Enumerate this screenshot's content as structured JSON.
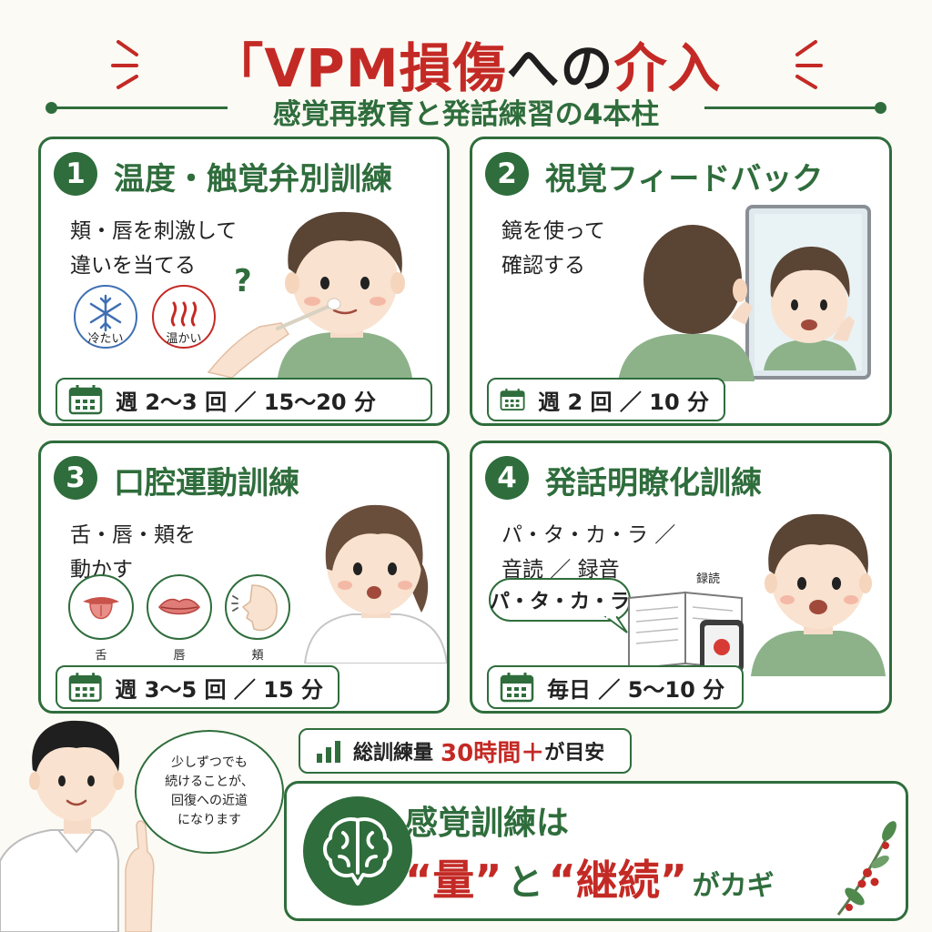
{
  "header": {
    "title_red": "「VPM損傷",
    "title_dark": "への",
    "title_red2": "介入",
    "subtitle": "感覚再教育と発話練習の4本柱"
  },
  "cards": [
    {
      "number": "1",
      "title": "温度・触覚弁別訓練",
      "desc_lines": [
        "頬・唇を刺激して",
        "違いを当てる"
      ],
      "icons": [
        {
          "name": "snowflake-icon",
          "label": "冷たい",
          "color": "#3f6fb3"
        },
        {
          "name": "heat-icon",
          "label": "温かい",
          "color": "#c42a25"
        }
      ],
      "question_mark": "?",
      "schedule": "週 2～3 回 ／ 15～20 分"
    },
    {
      "number": "2",
      "title": "視覚フィードバック",
      "desc_lines": [
        "鏡を使って",
        "確認する"
      ],
      "schedule": "週 2 回 ／ 10 分"
    },
    {
      "number": "3",
      "title": "口腔運動訓練",
      "desc_lines": [
        "舌・唇・頬を",
        "動かす"
      ],
      "icons": [
        {
          "name": "tongue-icon",
          "label": "舌"
        },
        {
          "name": "lips-icon",
          "label": "唇"
        },
        {
          "name": "cheek-icon",
          "label": "頬"
        }
      ],
      "schedule": "週 3～5 回 ／ 15 分"
    },
    {
      "number": "4",
      "title": "発話明瞭化訓練",
      "desc_lines": [
        "パ・タ・カ・ラ ／",
        "音読 ／ 録音"
      ],
      "bubble": "パ・タ・カ・ラ",
      "record_label": "録読",
      "schedule": "毎日 ／ 5～10 分"
    }
  ],
  "total": {
    "prefix": "総訓練量",
    "highlight": "30時間＋",
    "suffix": "が目安"
  },
  "speech": {
    "lines": [
      "少しずつでも",
      "続けることが、",
      "回復への近道",
      "になります"
    ]
  },
  "key": {
    "line1": "感覚訓練は",
    "word1": "“量”",
    "joiner": "と",
    "word2": "“継続”",
    "suffix": "がカギ"
  },
  "colors": {
    "green": "#2f6d3c",
    "red": "#c42a25",
    "background": "#fbfaf4"
  }
}
